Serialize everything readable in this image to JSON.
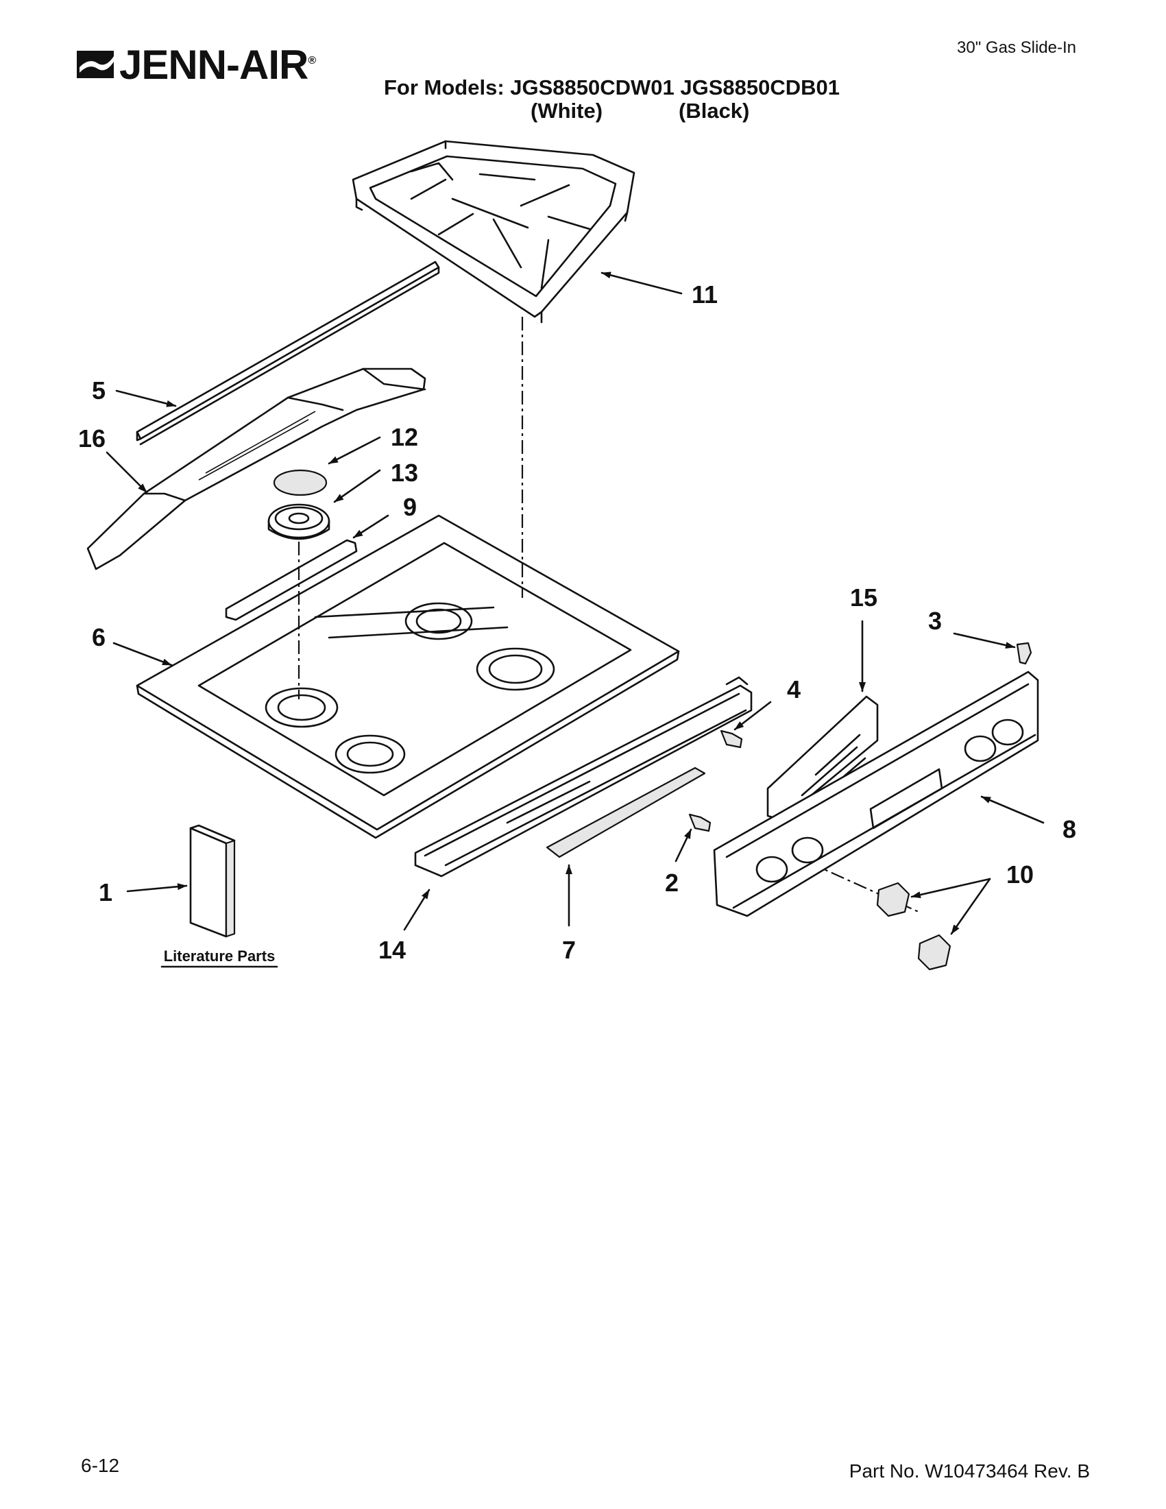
{
  "header": {
    "brand": "JENN-AIR",
    "brand_reg": "®",
    "doc_type": "30\" Gas Slide-In",
    "models_line": "For Models: JGS8850CDW01 JGS8850CDB01",
    "color_white": "(White)",
    "color_black": "(Black)"
  },
  "callouts": [
    "1",
    "2",
    "3",
    "4",
    "5",
    "6",
    "7",
    "8",
    "9",
    "10",
    "11",
    "12",
    "13",
    "14",
    "15",
    "16"
  ],
  "literature_label": "Literature Parts",
  "footer": {
    "page": "6-12",
    "part_no": "Part No. W10473464 Rev. B"
  }
}
